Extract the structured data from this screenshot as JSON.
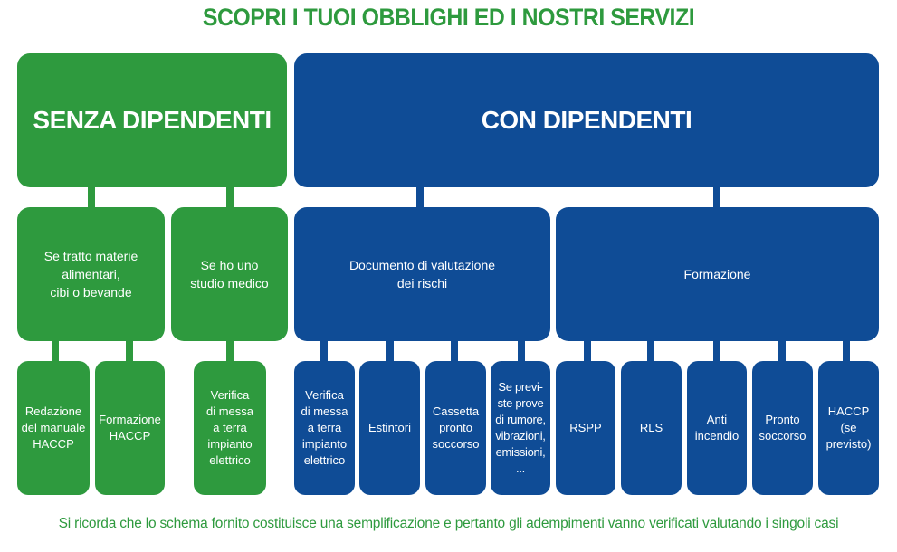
{
  "title": "SCOPRI I TUOI OBBLIGHI ED I NOSTRI SERVIZI",
  "colors": {
    "green": "#2e9a3e",
    "blue": "#0f4c96"
  },
  "senza": {
    "label": "SENZA DIPENDENTI",
    "categories": [
      {
        "label": "Se tratto materie\nalimentari,\ncibi o bevande",
        "items": [
          "Redazione\ndel manuale\nHACCP",
          "Formazione\nHACCP"
        ]
      },
      {
        "label": "Se ho uno\nstudio medico",
        "items": [
          "Verifica\ndi messa\na terra\nimpianto\nelettrico"
        ]
      }
    ]
  },
  "con": {
    "label": "CON DIPENDENTI",
    "categories": [
      {
        "label": "Documento di valutazione\ndei rischi",
        "items": [
          "Verifica\ndi messa\na terra\nimpianto\nelettrico",
          "Estintori",
          "Cassetta\npronto\nsoccorso",
          "Se previ-\nste prove\ndi rumore,\nvibrazioni,\nemissioni,\n..."
        ]
      },
      {
        "label": "Formazione",
        "items": [
          "RSPP",
          "RLS",
          "Anti\nincendio",
          "Pronto\nsoccorso",
          "HACCP\n(se\nprevisto)"
        ]
      }
    ]
  },
  "footer": "Si ricorda che lo schema fornito costituisce una semplificazione e pertanto gli adempimenti vanno verificati valutando i singoli casi"
}
